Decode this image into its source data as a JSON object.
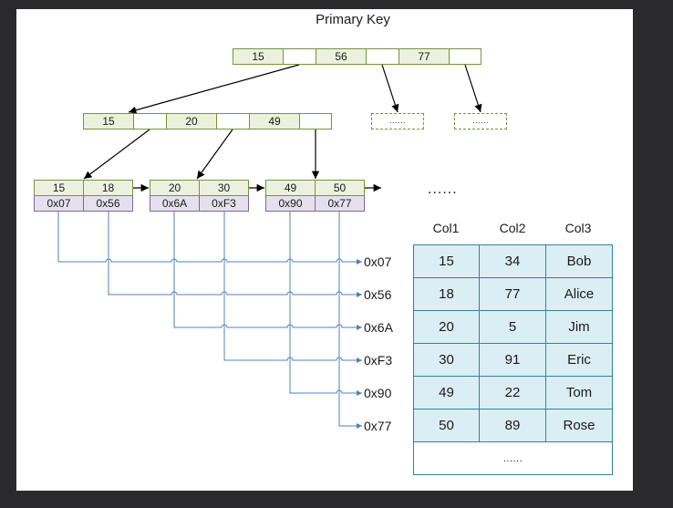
{
  "title": "Primary Key",
  "colors": {
    "background": "#2a2a2c",
    "panel": "#ffffff",
    "key_fill": "#ebf1de",
    "node_border": "#77933c",
    "address_fill": "#e6e0ec",
    "address_border": "#8064a2",
    "table_fill": "#daeef3",
    "table_border": "#31849b",
    "link": "#4f81bd",
    "arrow": "#000000"
  },
  "root": {
    "keys": [
      "15",
      "56",
      "77"
    ]
  },
  "level2": {
    "keys": [
      "15",
      "20",
      "49"
    ]
  },
  "placeholders": [
    "......",
    "......"
  ],
  "leaves": [
    {
      "keys": [
        "15",
        "18"
      ],
      "addresses": [
        "0x07",
        "0x56"
      ]
    },
    {
      "keys": [
        "20",
        "30"
      ],
      "addresses": [
        "0x6A",
        "0xF3"
      ]
    },
    {
      "keys": [
        "49",
        "50"
      ],
      "addresses": [
        "0x90",
        "0x77"
      ]
    }
  ],
  "leaf_continuation": "......",
  "address_labels": [
    "0x07",
    "0x56",
    "0x6A",
    "0xF3",
    "0x90",
    "0x77"
  ],
  "table": {
    "headers": [
      "Col1",
      "Col2",
      "Col3"
    ],
    "rows": [
      [
        "15",
        "34",
        "Bob"
      ],
      [
        "18",
        "77",
        "Alice"
      ],
      [
        "20",
        "5",
        "Jim"
      ],
      [
        "30",
        "91",
        "Eric"
      ],
      [
        "49",
        "22",
        "Tom"
      ],
      [
        "50",
        "89",
        "Rose"
      ]
    ],
    "footer": "......"
  }
}
